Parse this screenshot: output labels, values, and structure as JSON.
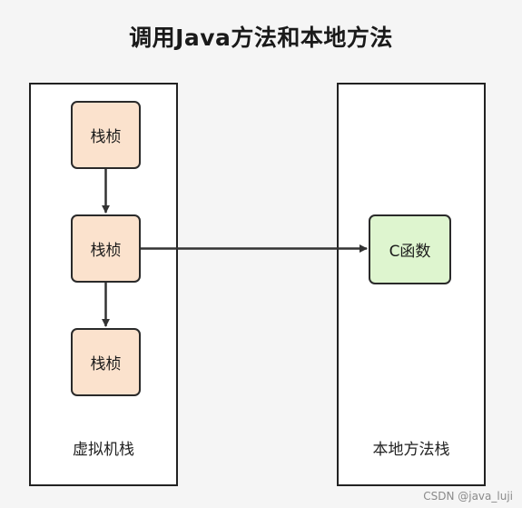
{
  "title": "调用Java方法和本地方法",
  "jvm_stack": {
    "label": "虚拟机栈",
    "frames": [
      "栈桢",
      "栈桢",
      "栈桢"
    ]
  },
  "native_stack": {
    "label": "本地方法栈",
    "function": "C函数"
  },
  "watermark": "CSDN @java_luji",
  "colors": {
    "frame_fill": "#fbe2cd",
    "function_fill": "#def5cf",
    "stroke": "#2a2a2a"
  }
}
